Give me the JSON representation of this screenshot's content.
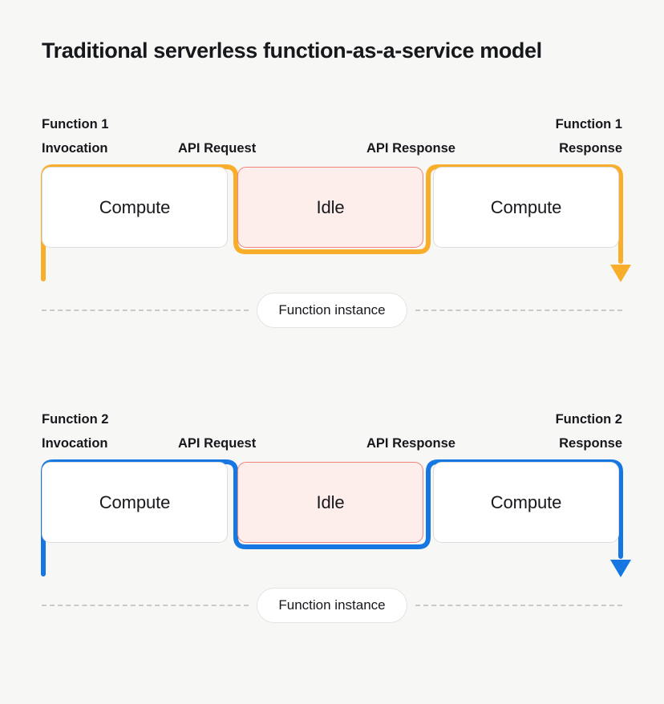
{
  "page": {
    "title": "Traditional serverless function-as-a-service model",
    "background_color": "#f7f7f6"
  },
  "colors": {
    "track_function_1": "#f8ae2b",
    "track_function_2": "#1677e3",
    "idle_fill": "#fdeeec",
    "idle_border": "#f0837c",
    "compute_fill": "#ffffff",
    "compute_border": "#dcdcda",
    "text": "#16181c",
    "dashed_line": "#c9c9c6"
  },
  "sections": [
    {
      "id": "function-1",
      "accent_color": "#f8ae2b",
      "labels": {
        "invocation_line1": "Function 1",
        "invocation_line2": "Invocation",
        "api_request": "API Request",
        "api_response": "API Response",
        "response_line1": "Function 1",
        "response_line2": "Response"
      },
      "boxes": [
        {
          "label": "Compute",
          "state": "compute"
        },
        {
          "label": "Idle",
          "state": "idle"
        },
        {
          "label": "Compute",
          "state": "compute"
        }
      ],
      "instance_label": "Function instance"
    },
    {
      "id": "function-2",
      "accent_color": "#1677e3",
      "labels": {
        "invocation_line1": "Function 2",
        "invocation_line2": "Invocation",
        "api_request": "API Request",
        "api_response": "API Response",
        "response_line1": "Function 2",
        "response_line2": "Response"
      },
      "boxes": [
        {
          "label": "Compute",
          "state": "compute"
        },
        {
          "label": "Idle",
          "state": "idle"
        },
        {
          "label": "Compute",
          "state": "compute"
        }
      ],
      "instance_label": "Function instance"
    }
  ]
}
